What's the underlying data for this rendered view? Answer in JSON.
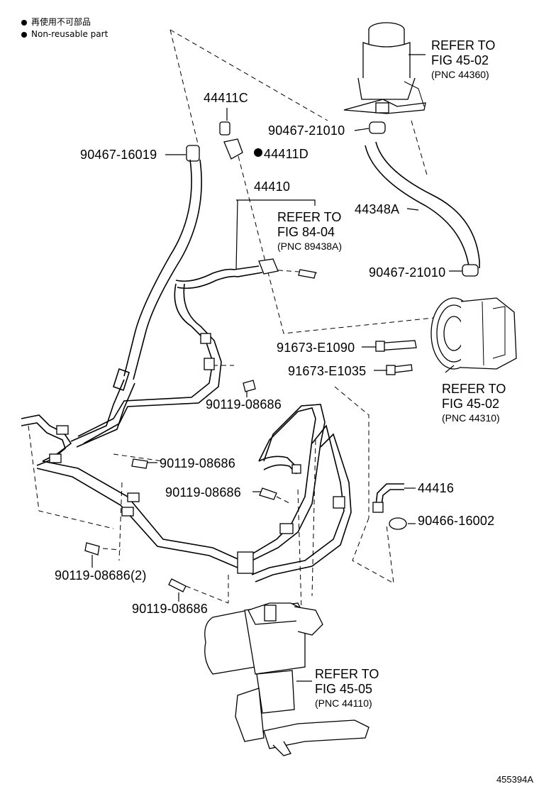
{
  "legend": {
    "items": [
      {
        "symbol": "●",
        "text": "再使用不可部品"
      },
      {
        "symbol": "●",
        "text": "Non-reusable part"
      }
    ]
  },
  "parts": {
    "p44411C": "44411C",
    "p44411D": "44411D",
    "p90467_16019": "90467-16019",
    "p90467_21010_top": "90467-21010",
    "p44410": "44410",
    "p44348A": "44348A",
    "p90467_21010_mid": "90467-21010",
    "p91673_E1090": "91673-E1090",
    "p91673_E1035": "91673-E1035",
    "p90119_08686_a": "90119-08686",
    "p90119_08686_b": "90119-08686",
    "p90119_08686_c": "90119-08686",
    "p90119_08686_2": "90119-08686(2)",
    "p90119_08686_d": "90119-08686",
    "p44416": "44416",
    "p90466_16002": "90466-16002"
  },
  "refs": {
    "r1": {
      "l1": "REFER TO",
      "l2": "FIG 45-02",
      "l3": "(PNC 44360)"
    },
    "r2": {
      "l1": "REFER TO",
      "l2": "FIG 84-04",
      "l3": "(PNC 89438A)"
    },
    "r3": {
      "l1": "REFER TO",
      "l2": "FIG 45-02",
      "l3": "(PNC 44310)"
    },
    "r4": {
      "l1": "REFER TO",
      "l2": "FIG 45-05",
      "l3": "(PNC 44110)"
    }
  },
  "figure_id": "455394A",
  "non_reusable_marker": "●"
}
